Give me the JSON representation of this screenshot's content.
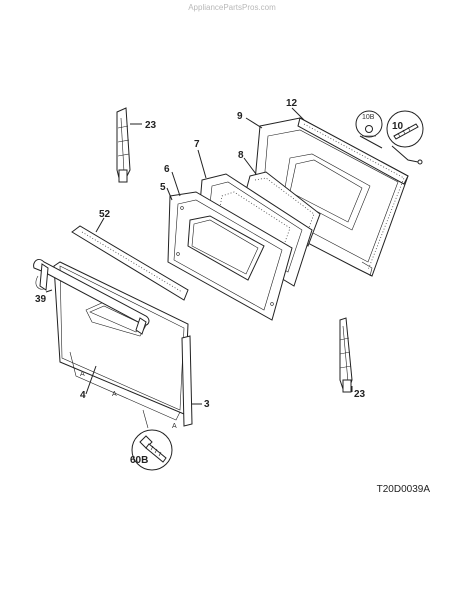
{
  "header": {
    "watermark": "AppliancePartsPros.com"
  },
  "footer": {
    "drawing_id": "T20D0039A"
  },
  "callouts": {
    "hinge_top": "23",
    "hinge_bottom": "23",
    "gasket": "12",
    "inner_door": "9",
    "screw_kit": "10",
    "washer": "10B",
    "insulation": "8",
    "window_glass": "7",
    "window_frame": "6",
    "window_pack": "5",
    "trim_top": "52",
    "handle": "39",
    "outer_door": "4",
    "side_trim": "3",
    "screw": "60B",
    "mark_a1": "A",
    "mark_a2": "A",
    "mark_a3": "A"
  }
}
